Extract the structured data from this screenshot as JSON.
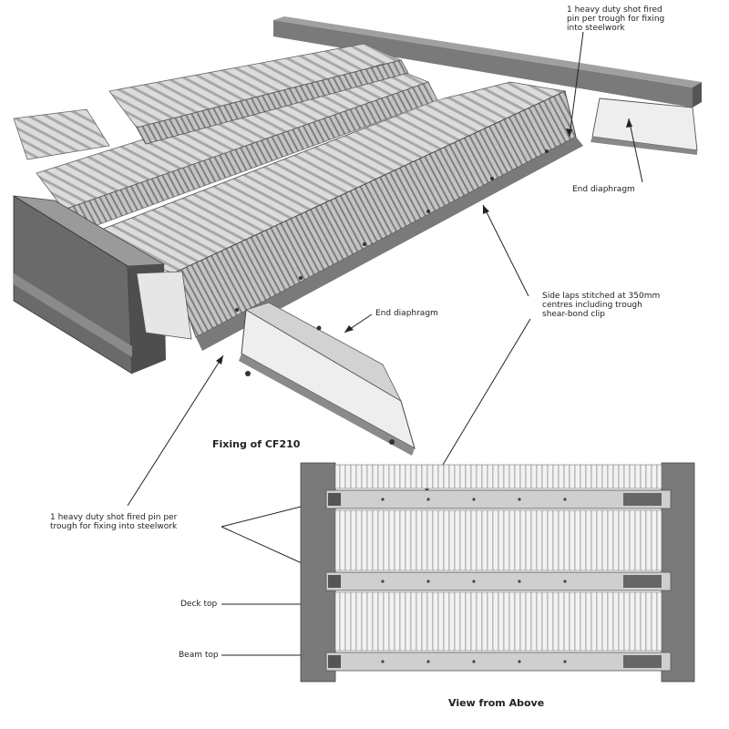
{
  "labels": {
    "pin_top_line1": "1 heavy duty shot fired",
    "pin_top_line2": "pin per trough for fixing",
    "pin_top_line3": "into steelwork",
    "end_diaphragm_right": "End diaphragm",
    "end_diaphragm_left": "End diaphragm",
    "side_laps_line1": "Side laps stitched at 350mm",
    "side_laps_line2": "centres including trough",
    "side_laps_line3": "shear-bond clip",
    "pin_plan_line1": "1 heavy duty shot fired pin per",
    "pin_plan_line2": "trough for fixing into steelwork",
    "deck_top": "Deck top",
    "beam_top": "Beam top"
  },
  "captions": {
    "isometric": "Fixing of CF210",
    "plan": "View from Above"
  },
  "colors": {
    "steel_dark": "#5a5a5a",
    "steel_mid": "#8a8a8a",
    "deck_light": "#d8d8d8",
    "deck_rib": "#9e9e9e",
    "diaphragm": "#ececec",
    "line": "#222222"
  }
}
